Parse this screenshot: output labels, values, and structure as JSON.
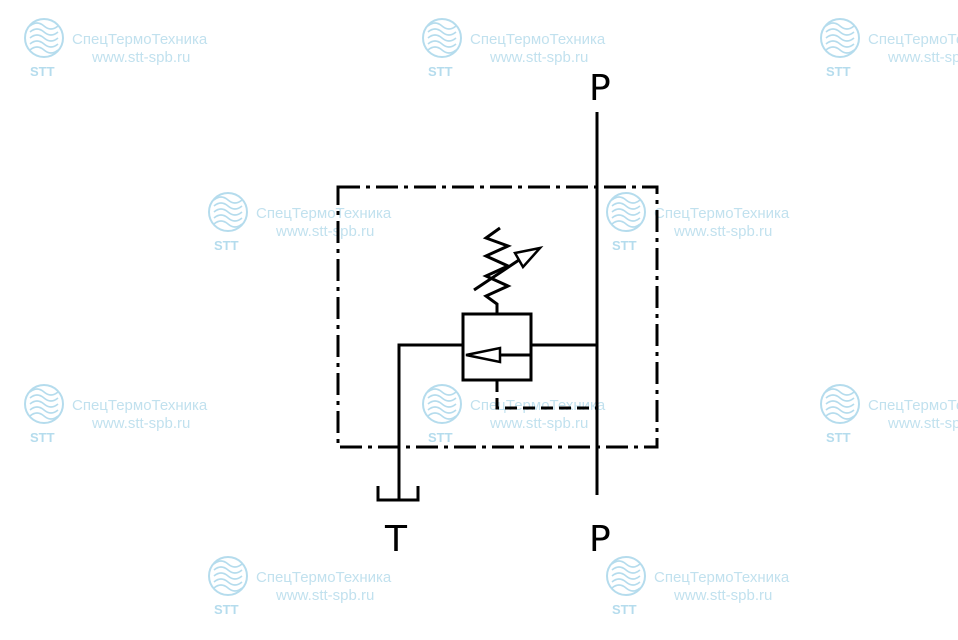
{
  "watermark": {
    "company": "СпецТермоТехника",
    "url": "www.stt-spb.ru",
    "logo_text": "STT",
    "color": "#a9d6ea"
  },
  "diagram": {
    "type": "hydraulic pressure relief valve symbol",
    "ports": {
      "pressure_top": "P",
      "pressure_bottom": "P",
      "tank": "T"
    },
    "line_color": "#000000"
  }
}
